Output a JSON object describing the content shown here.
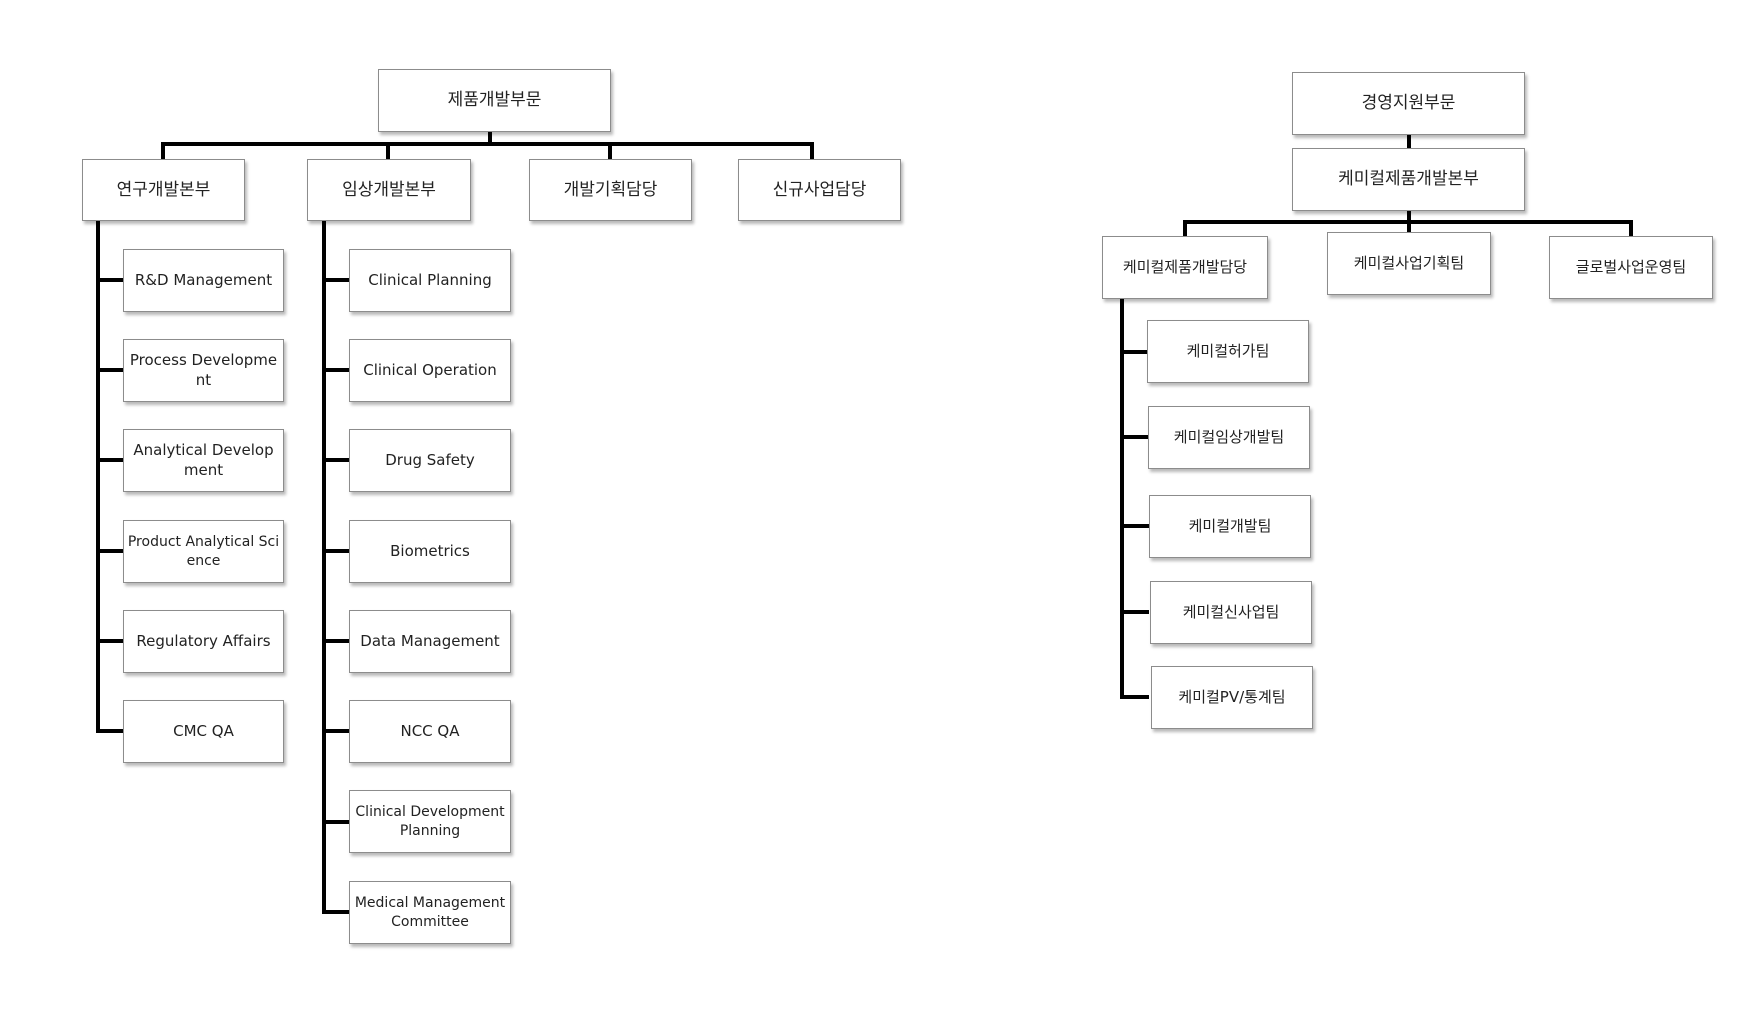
{
  "left_org": {
    "root": "제품개발부문",
    "divisions": [
      "연구개발본부",
      "임상개발본부",
      "개발기획담당",
      "신규사업담당"
    ],
    "rnd_teams": [
      "R&D Management",
      "Process Development",
      "Analytical Development",
      "Product Analytical Science",
      "Regulatory Affairs",
      "CMC QA"
    ],
    "clinical_teams": [
      "Clinical Planning",
      "Clinical Operation",
      "Drug Safety",
      "Biometrics",
      "Data Management",
      "NCC QA",
      "Clinical Development Planning",
      "Medical Management Committee"
    ]
  },
  "right_org": {
    "root": "경영지원부문",
    "sub_root": "케미컬제품개발본부",
    "divisions": [
      "케미컬제품개발담당",
      "케미컬사업기획팀",
      "글로벌사업운영팀"
    ],
    "teams": [
      "케미컬허가팀",
      "케미컬임상개발팀",
      "케미컬개발팀",
      "케미컬신사업팀",
      "케미컬PV/통계팀"
    ]
  }
}
